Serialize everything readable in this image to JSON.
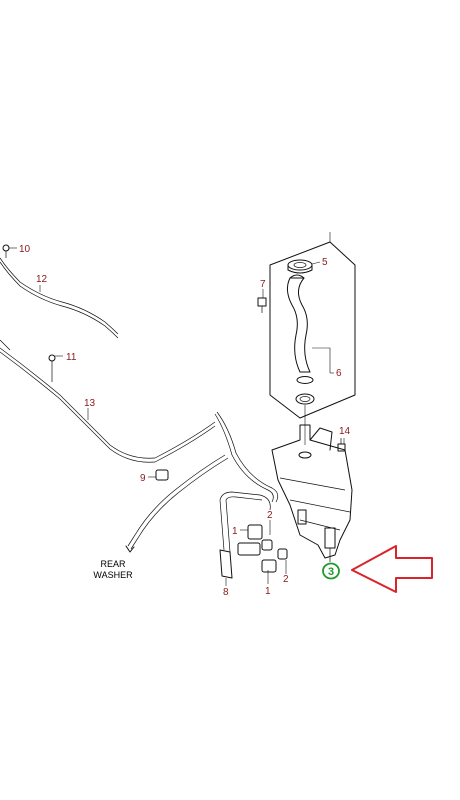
{
  "diagram": {
    "callouts": {
      "c1a": "1",
      "c1b": "1",
      "c2a": "2",
      "c2b": "2",
      "c3": "3",
      "c5": "5",
      "c6": "6",
      "c7": "7",
      "c8": "8",
      "c9": "9",
      "c10": "10",
      "c11": "11",
      "c12": "12",
      "c13": "13",
      "c14": "14"
    },
    "rear_washer_label_line1": "REAR",
    "rear_washer_label_line2": "WASHER",
    "colors": {
      "callout_text": "#8b1a1a",
      "highlight_circle": "#1e9a2a",
      "arrow": "#d9252a"
    }
  }
}
